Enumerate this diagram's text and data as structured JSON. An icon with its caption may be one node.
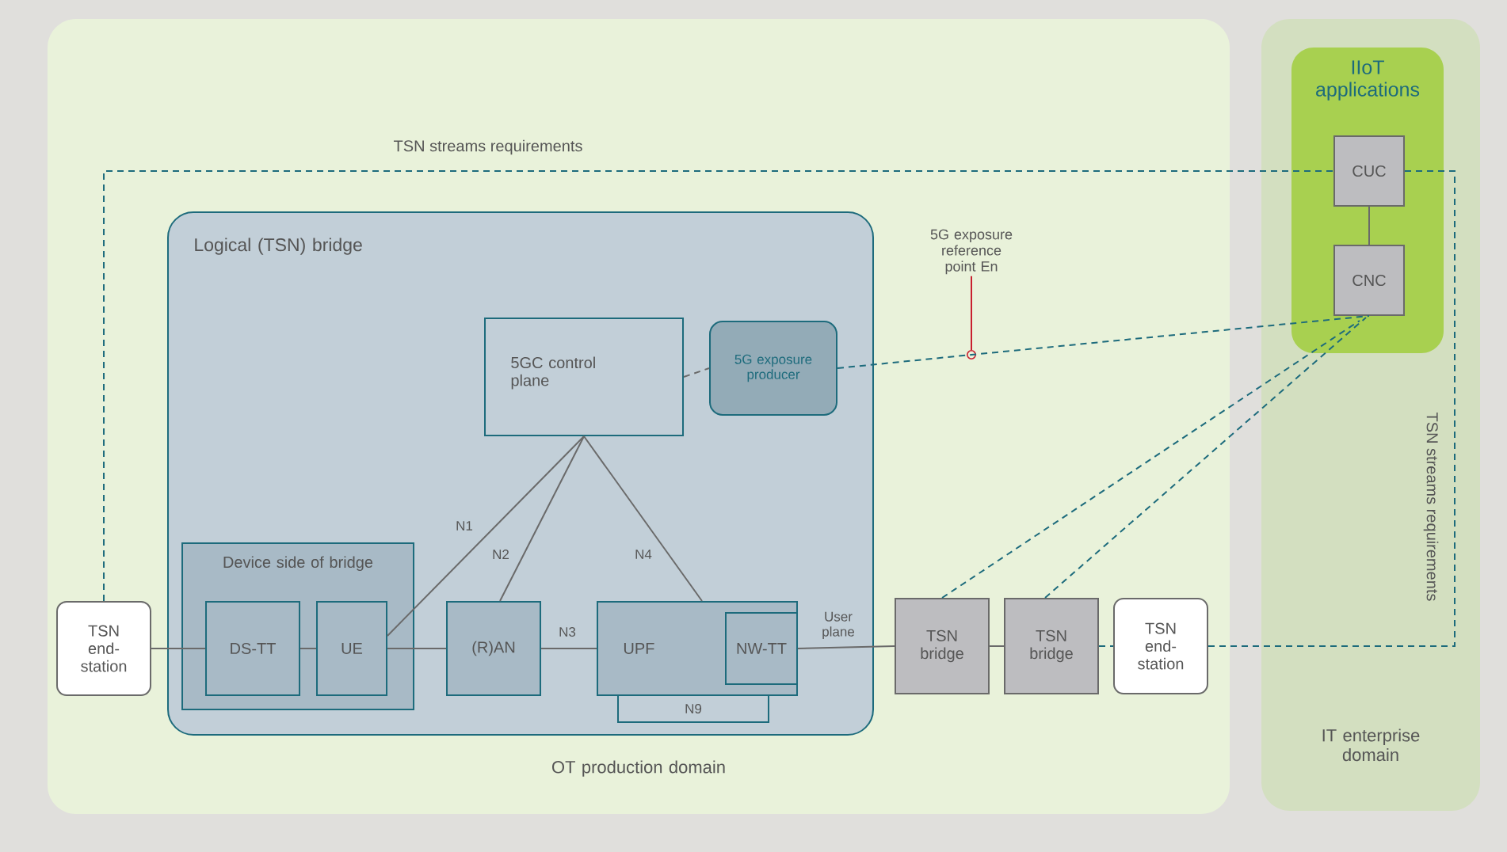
{
  "diagram": {
    "nodes": [
      {
        "text": [
          "OT production domain"
        ]
      },
      {
        "text": [
          "IT enterprise domain"
        ]
      },
      {
        "text": [
          "IIoT applications"
        ],
        "in": 1
      },
      {
        "text": [
          "CUC"
        ],
        "in": 2
      },
      {
        "text": [
          "CNC"
        ],
        "in": 2
      },
      {
        "text": [
          "Logical (TSN) bridge"
        ],
        "in": 0
      },
      {
        "text": [
          "5GC control plane"
        ],
        "in": 5
      },
      {
        "text": [
          "5G exposure producer"
        ],
        "in": 5
      },
      {
        "text": [
          "Device side of bridge"
        ],
        "in": 5
      },
      {
        "text": [
          "DS-TT"
        ],
        "in": 8
      },
      {
        "text": [
          "UE"
        ],
        "in": 8
      },
      {
        "text": [
          "(R)AN"
        ],
        "in": 5
      },
      {
        "text": [
          "UPF"
        ],
        "in": 5
      },
      {
        "text": [
          "NW-TT"
        ],
        "in": 12
      },
      {
        "text": [
          "N9"
        ],
        "in": 5
      },
      {
        "text": [
          "TSN end-station"
        ],
        "in": 0
      },
      {
        "text": [
          "TSN bridge"
        ],
        "in": 0
      },
      {
        "text": [
          "TSN bridge"
        ],
        "in": 0
      },
      {
        "text": [
          "TSN end-station"
        ],
        "in": 0
      },
      {
        "text": [
          "5G exposure reference point En"
        ],
        "in": 0
      },
      {
        "text": [],
        "shape": "circle",
        "in": 0
      }
    ],
    "edges": [
      {
        "from": 15,
        "to": 9,
        "arrow": "none"
      },
      {
        "from": 9,
        "to": 10,
        "arrow": "none"
      },
      {
        "from": 10,
        "to": 11,
        "arrow": "none"
      },
      {
        "from": 10,
        "to": 6,
        "arrow": "none",
        "label": "N1"
      },
      {
        "from": 11,
        "to": 6,
        "arrow": "none",
        "label": "N2"
      },
      {
        "from": 12,
        "to": 6,
        "arrow": "none",
        "label": "N4"
      },
      {
        "from": 11,
        "to": 12,
        "arrow": "none",
        "label": "N3"
      },
      {
        "from": 13,
        "to": 16,
        "arrow": "none",
        "label": "User plane"
      },
      {
        "from": 16,
        "to": 17,
        "arrow": "none"
      },
      {
        "from": 17,
        "to": 18,
        "arrow": "none",
        "style": "dashed",
        "color": "#1d6b7c"
      },
      {
        "from": 15,
        "to": 3,
        "arrow": "none",
        "style": "dashed",
        "color": "#1d6b7c"
      },
      {
        "from": 3,
        "to": 18,
        "arrow": "none",
        "style": "dashed",
        "color": "#1d6b7c"
      },
      {
        "from": 3,
        "to": 4,
        "arrow": "none"
      },
      {
        "from": 6,
        "to": 7,
        "arrow": "none",
        "style": "dashed"
      },
      {
        "from": 7,
        "to": 4,
        "arrow": "none",
        "style": "dashed",
        "color": "#1d6b7c"
      },
      {
        "from": 16,
        "to": 4,
        "arrow": "none",
        "style": "dashed",
        "color": "#1d6b7c"
      },
      {
        "from": 17,
        "to": 4,
        "arrow": "none",
        "style": "dashed",
        "color": "#1d6b7c"
      },
      {
        "from": 19,
        "to": 20,
        "arrow": "none",
        "color": "#c8202f"
      }
    ],
    "labels": [
      "TSN streams requirements",
      "TSN streams requirements"
    ]
  }
}
